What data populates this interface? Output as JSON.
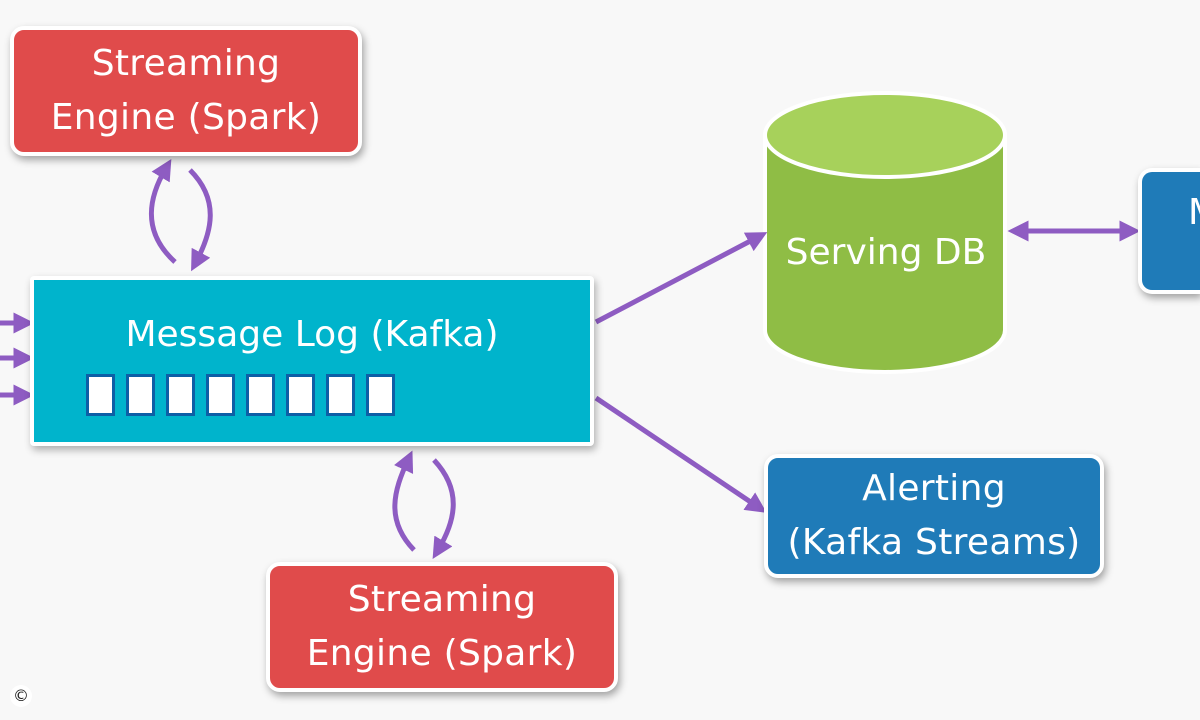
{
  "nodes": {
    "spark_top": {
      "line1": "Streaming",
      "line2": "Engine (Spark)"
    },
    "kafka": {
      "title": "Message Log (Kafka)",
      "slot_count": 8
    },
    "spark_bottom": {
      "line1": "Streaming",
      "line2": "Engine (Spark)"
    },
    "serving_db": {
      "label": "Serving DB"
    },
    "alerting": {
      "line1": "Alerting",
      "line2": "(Kafka Streams)"
    },
    "cut_off_box": {
      "label": "M"
    }
  },
  "copyright_symbol": "©",
  "colors": {
    "streaming_engine": "#e04b4b",
    "message_log": "#00b4cc",
    "serving_db": "#8fbd45",
    "alerting": "#1f7bb8",
    "arrows": "#8e5cc2"
  }
}
